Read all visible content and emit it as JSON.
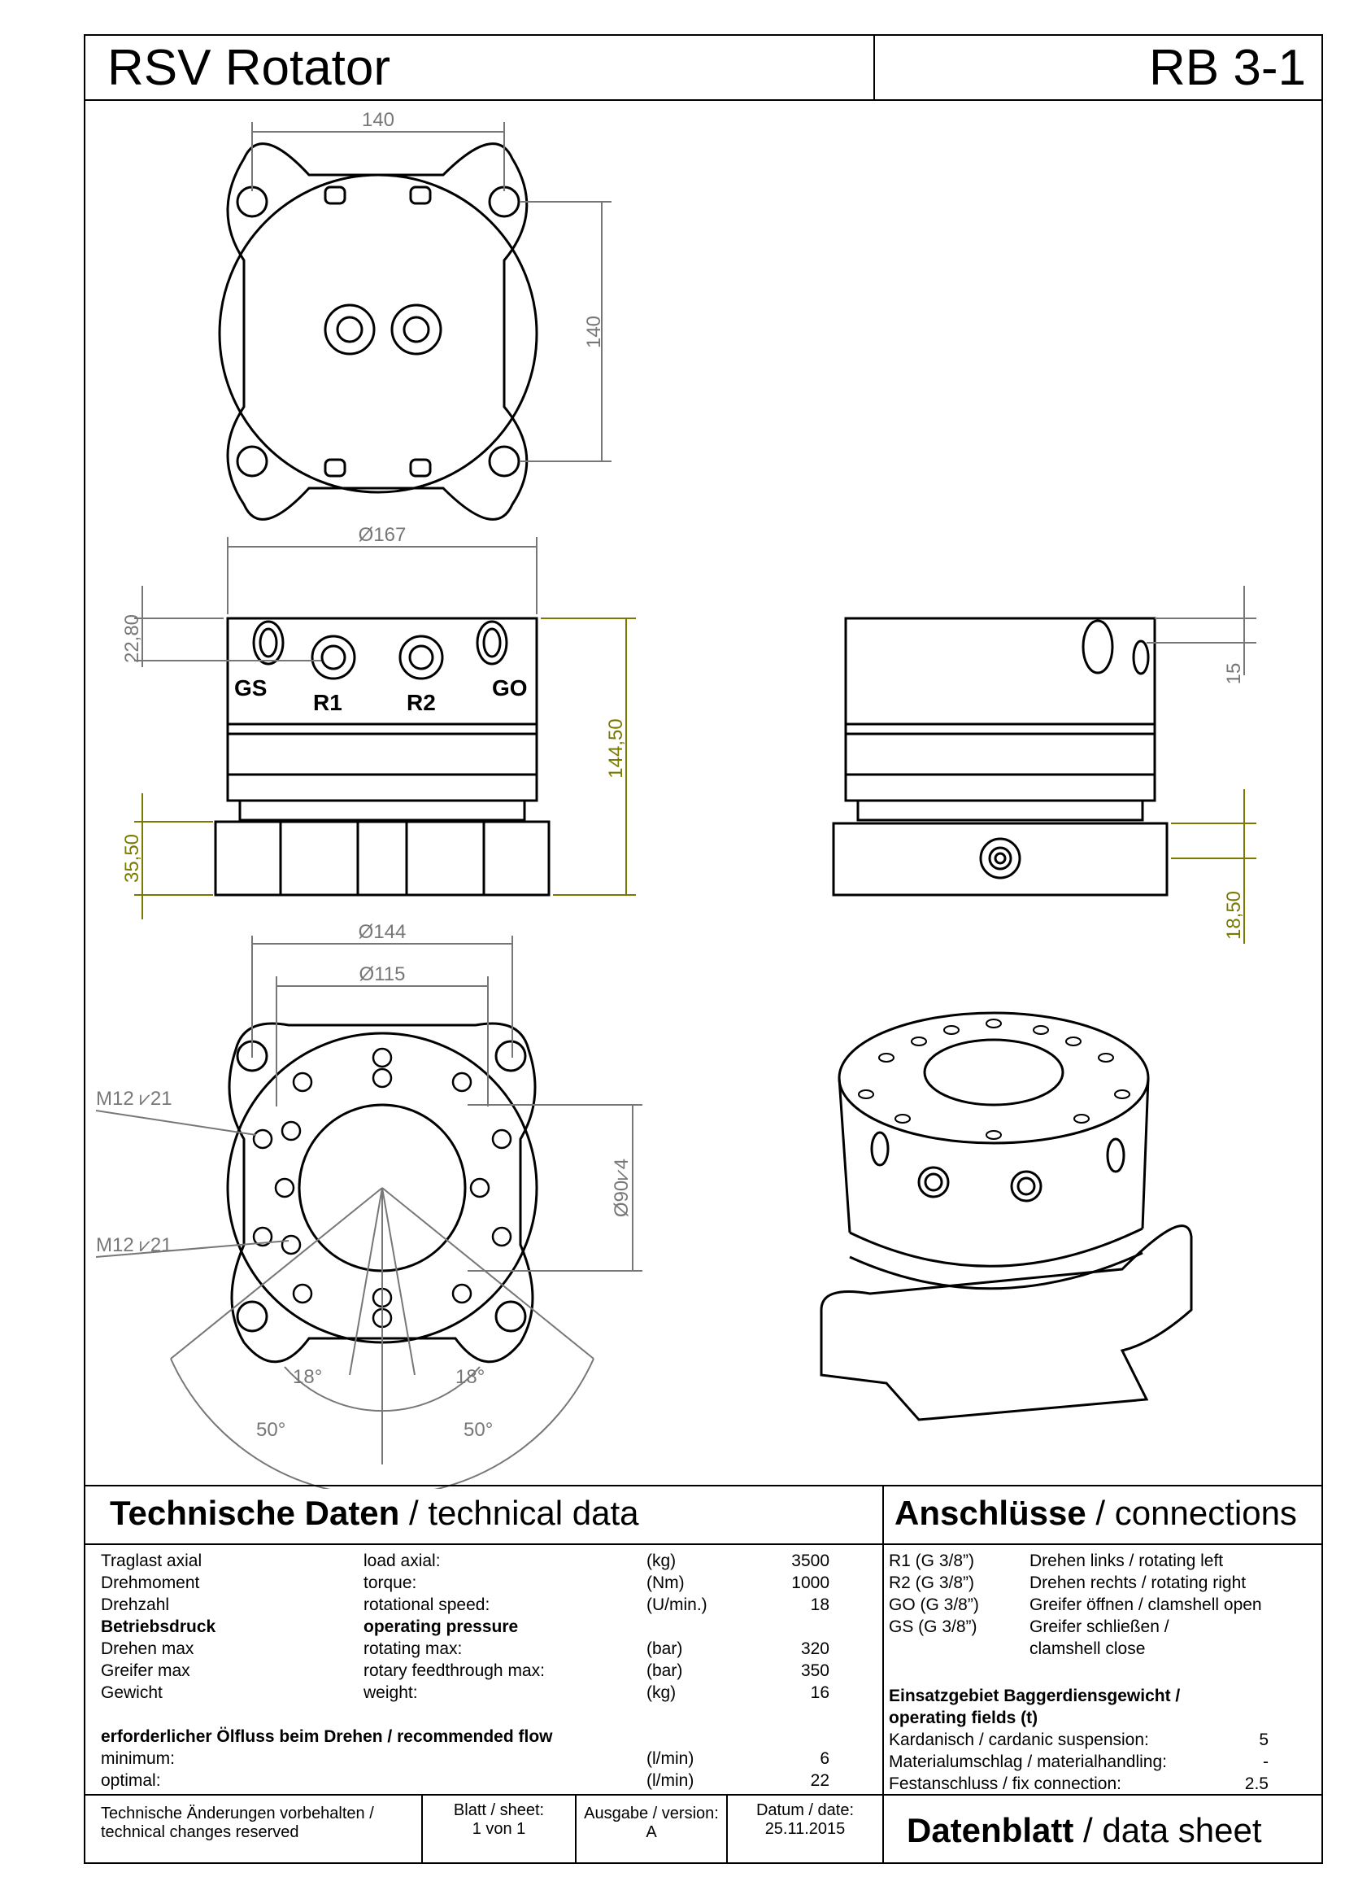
{
  "header": {
    "title": "RSV Rotator",
    "model": "RB 3-1"
  },
  "dimensions": {
    "top_width": "140",
    "top_height": "140",
    "dia_167": "Ø167",
    "h_22_80": "22,80",
    "h_144_50": "144,50",
    "h_35_50": "35,50",
    "h_15": "15",
    "h_18_50": "18,50",
    "dia_144": "Ø144",
    "dia_115": "Ø115",
    "thread_1": "M12 ⩗21",
    "thread_2": "M12 ⩗21",
    "dia_90": "Ø90⩗4",
    "ang_18_left": "18°",
    "ang_18_right": "18°",
    "ang_50_left": "50°",
    "ang_50_right": "50°"
  },
  "ports": {
    "gs": "GS",
    "r1": "R1",
    "r2": "R2",
    "go": "GO"
  },
  "tech": {
    "heading_bold": "Technische Daten",
    "heading_rest": " / technical data",
    "rows": [
      {
        "de": "Traglast axial",
        "en": "load axial:",
        "unit": "(kg)",
        "value": "3500",
        "bold": false
      },
      {
        "de": "Drehmoment",
        "en": "torque:",
        "unit": "(Nm)",
        "value": "1000",
        "bold": false
      },
      {
        "de": "Drehzahl",
        "en": "rotational speed:",
        "unit": "(U/min.)",
        "value": "18",
        "bold": false
      },
      {
        "de": "Betriebsdruck",
        "en": "operating pressure",
        "unit": "",
        "value": "",
        "bold": true
      },
      {
        "de": "Drehen max",
        "en": "rotating max:",
        "unit": "(bar)",
        "value": "320",
        "bold": false
      },
      {
        "de": "Greifer max",
        "en": "rotary feedthrough max:",
        "unit": "(bar)",
        "value": "350",
        "bold": false
      },
      {
        "de": "Gewicht",
        "en": "weight:",
        "unit": "(kg)",
        "value": "16",
        "bold": false
      }
    ],
    "flow_heading": "erforderlicher Ölfluss beim Drehen / recommended flow",
    "flow_rows": [
      {
        "label": "minimum:",
        "unit": "(l/min)",
        "value": "6"
      },
      {
        "label": "optimal:",
        "unit": "(l/min)",
        "value": "22"
      }
    ]
  },
  "connections": {
    "heading_bold": "Anschlüsse",
    "heading_rest": " / connections",
    "rows": [
      {
        "port": "R1  (G 3/8”)",
        "desc": "Drehen links / rotating left"
      },
      {
        "port": "R2  (G 3/8”)",
        "desc": "Drehen rechts / rotating right"
      },
      {
        "port": "GO (G 3/8”)",
        "desc": "Greifer öffnen / clamshell open"
      },
      {
        "port": "GS (G 3/8”)",
        "desc": "Greifer schließen /"
      },
      {
        "port": "",
        "desc": "clamshell close"
      }
    ],
    "fields_heading_1": "Einsatzgebiet Baggerdiensgewicht /",
    "fields_heading_2": "operating fields (t)",
    "fields": [
      {
        "label": "Kardanisch / cardanic suspension:",
        "value": "5"
      },
      {
        "label": "Materialumschlag / materialhandling:",
        "value": "-"
      },
      {
        "label": "Festanschluss / fix connection:",
        "value": "2.5"
      }
    ]
  },
  "footer": {
    "changes_1": "Technische Änderungen vorbehalten /",
    "changes_2": "technical changes reserved",
    "sheet_label": "Blatt / sheet:",
    "sheet_value": "1 von 1",
    "version_label": "Ausgabe / version:",
    "version_value": "A",
    "date_label": "Datum / date:",
    "date_value": "25.11.2015",
    "datasheet_bold": "Datenblatt",
    "datasheet_rest": " / data sheet"
  }
}
